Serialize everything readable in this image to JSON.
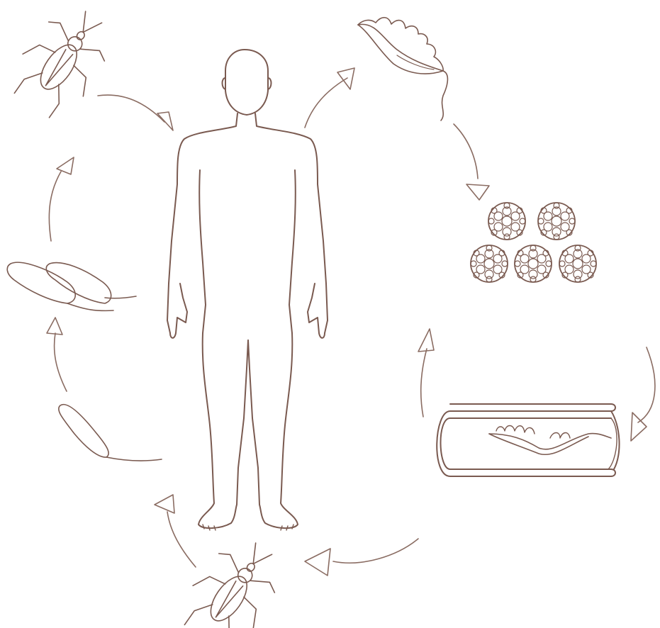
{
  "diagram": {
    "type": "life-cycle",
    "colors": {
      "background": "#ffffff",
      "stroke": "#7a5a50",
      "stroke_light": "#9a7e74",
      "arrow_stroke": "#8a6c62"
    },
    "stages": [
      {
        "name": "triatomine-bug-feeding",
        "icon": "bug-icon"
      },
      {
        "name": "human-host",
        "icon": "human-figure-icon"
      },
      {
        "name": "trypomastigote",
        "icon": "trypomastigote-icon"
      },
      {
        "name": "amastigote-cell-cluster",
        "icon": "cell-cluster-icon"
      },
      {
        "name": "trypomastigote-in-bloodstream",
        "icon": "blood-vessel-icon"
      },
      {
        "name": "triatomine-bug-infected",
        "icon": "bug-icon"
      },
      {
        "name": "epimastigote",
        "icon": "epimastigote-icon"
      },
      {
        "name": "metacyclic-trypomastigote",
        "icon": "metacyclic-icon"
      }
    ]
  }
}
